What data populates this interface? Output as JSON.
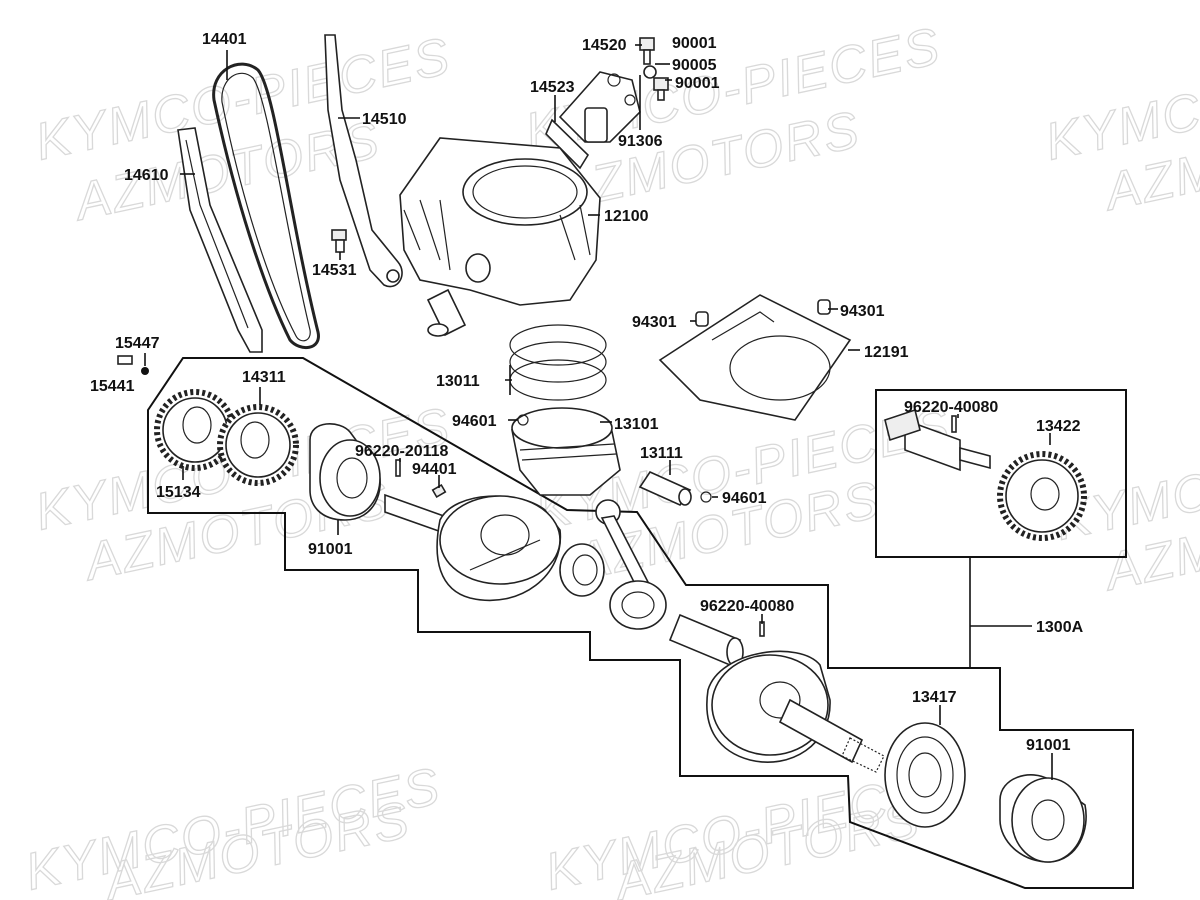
{
  "watermark": {
    "line1": "KYMCO-PIECES",
    "line2": "AZMOTORS"
  },
  "labels": {
    "p14401": "14401",
    "p14510": "14510",
    "p14610": "14610",
    "p14531": "14531",
    "p14520": "14520",
    "p90001a": "90001",
    "p90005": "90005",
    "p90001b": "90001",
    "p14523": "14523",
    "p91306": "91306",
    "p12100": "12100",
    "p94301a": "94301",
    "p94301b": "94301",
    "p12191": "12191",
    "p15447": "15447",
    "p15441": "15441",
    "p14311": "14311",
    "p15134": "15134",
    "p13011": "13011",
    "p94601a": "94601",
    "p13101": "13101",
    "p13111": "13111",
    "p94601b": "94601",
    "p96220_20118": "96220-20118",
    "p94401": "94401",
    "p91001a": "91001",
    "p96220_40080a": "96220-40080",
    "p13422": "13422",
    "p96220_40080b": "96220-40080",
    "p1300A": "1300A",
    "p13417": "13417",
    "p91001b": "91001"
  }
}
